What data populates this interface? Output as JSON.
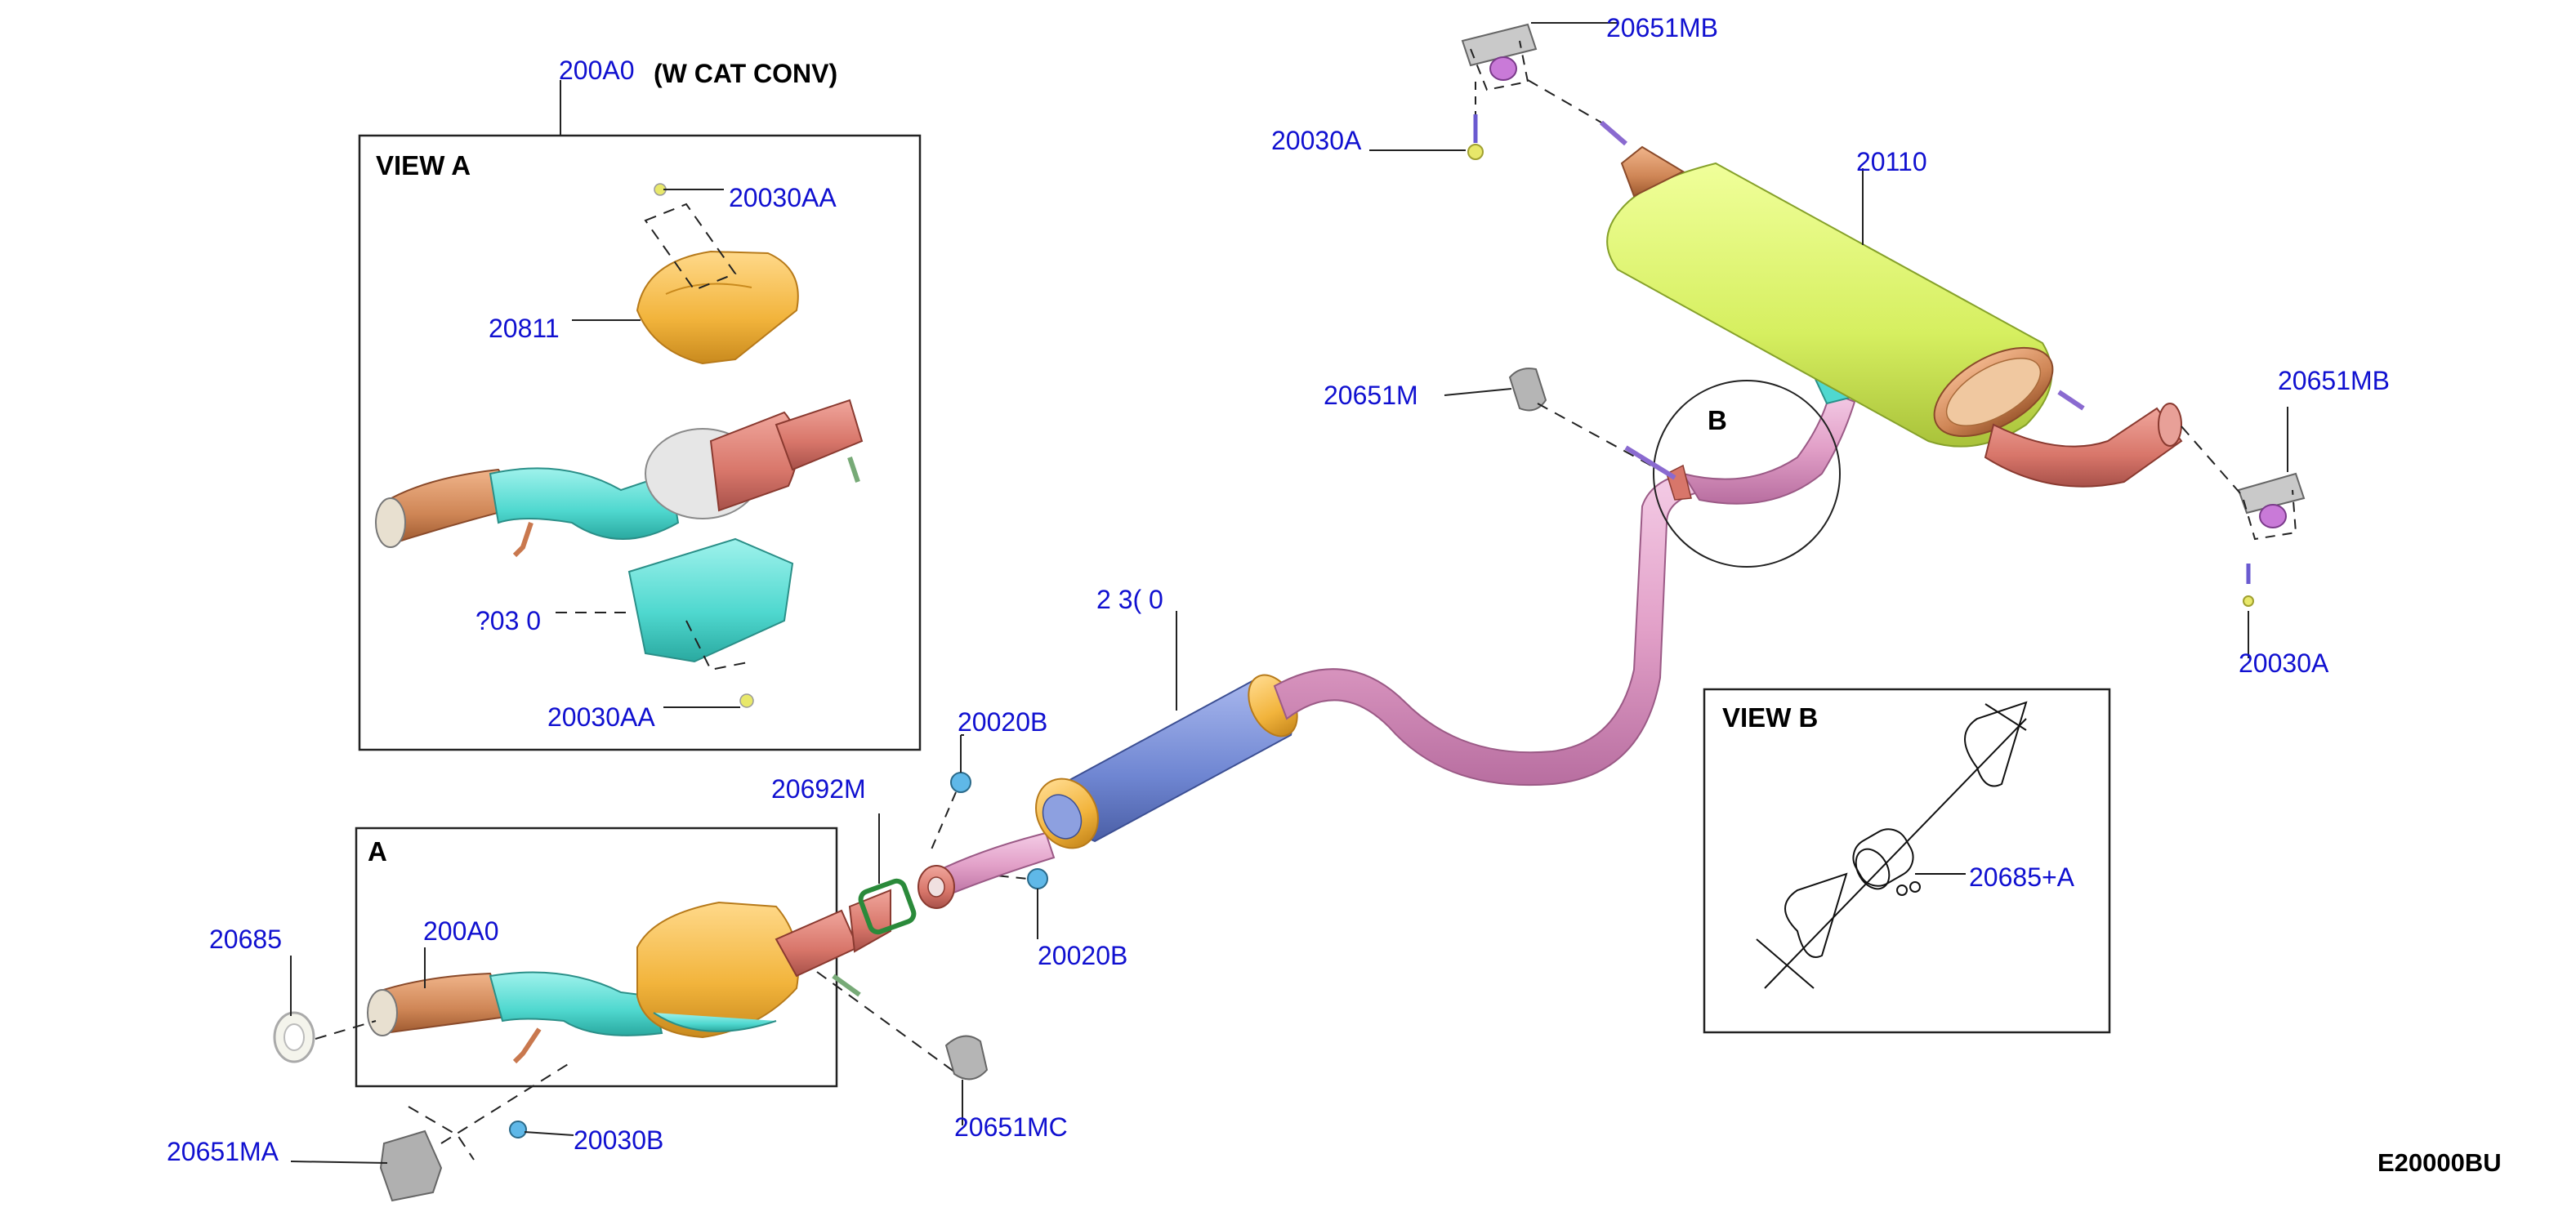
{
  "diagram_id": "E20000BU",
  "title_part": "200A0",
  "title_note": "(W CAT CONV)",
  "view_a_title": "VIEW A",
  "view_b_title": "VIEW B",
  "callout_a": "A",
  "callout_b": "B",
  "labels": {
    "p20651MB_top": "20651MB",
    "p20030A_top": "20030A",
    "p20110": "20110",
    "p20651M": "20651M",
    "p20651MB_right": "20651MB",
    "p20030A_right": "20030A",
    "p20030AA_top": "20030AA",
    "p20811": "20811",
    "p20030AA_bottom": "20030AA",
    "p20300": "2 3( 0",
    "p20020B_top": "20020B",
    "p20692M": "20692M",
    "p20020B_bottom": "20020B",
    "p20685": "20685",
    "p200A0_a": "200A0",
    "p20651MC": "20651MC",
    "p20651MA": "20651MA",
    "p20030B": "20030B",
    "p20685A": "20685+A",
    "partial_20810": "?03 0"
  },
  "colors": {
    "label_blue": "#1010d0",
    "muffler_yellow": "#d8f06a",
    "pipe_pink": "#e2a0c8",
    "sub_muffler_blue": "#6f86d2",
    "flange_orange": "#f0b03a",
    "cat_cyan": "#4fd8cf",
    "heat_shield_orange": "#f2b43c",
    "tail_red": "#d8766a",
    "mount_gray": "#bdbdbd",
    "insulator_purple": "#c97ad8"
  }
}
